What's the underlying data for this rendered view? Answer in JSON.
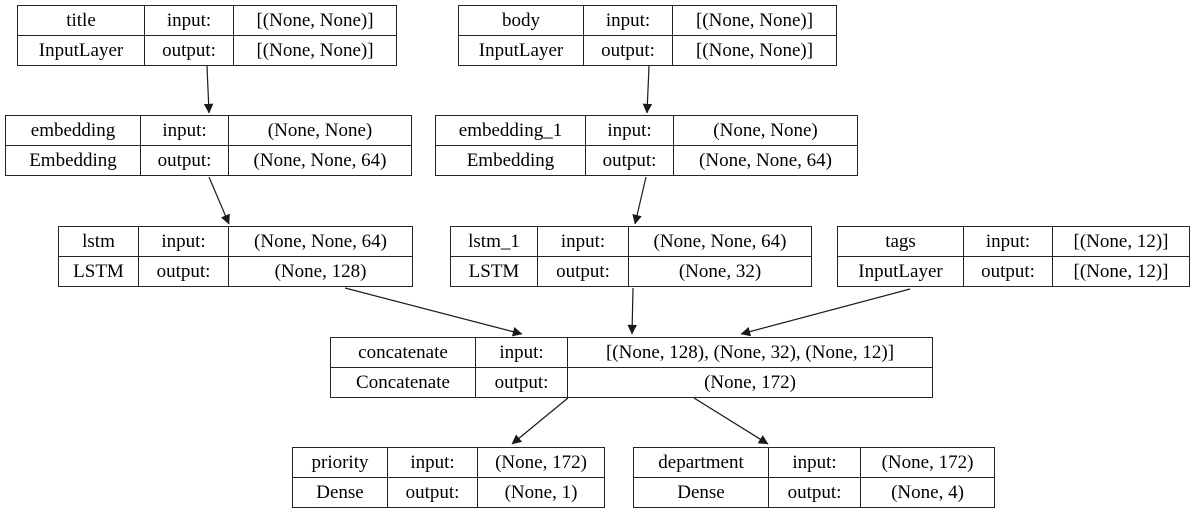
{
  "diagram": {
    "kind": "keras-model-architecture-graph",
    "background_color": "#ffffff",
    "node_border_color": "#242424",
    "edge_color": "#1a1a1a",
    "input_label": "input:",
    "output_label": "output:",
    "nodes": [
      {
        "id": "title",
        "name": "title",
        "class_name": "InputLayer",
        "input_label": "input:",
        "output_label": "output:",
        "input_shape": "[(None, None)]",
        "output_shape": "[(None, None)]"
      },
      {
        "id": "body",
        "name": "body",
        "class_name": "InputLayer",
        "input_label": "input:",
        "output_label": "output:",
        "input_shape": "[(None, None)]",
        "output_shape": "[(None, None)]"
      },
      {
        "id": "embedding",
        "name": "embedding",
        "class_name": "Embedding",
        "input_label": "input:",
        "output_label": "output:",
        "input_shape": "(None, None)",
        "output_shape": "(None, None, 64)"
      },
      {
        "id": "embedding_1",
        "name": "embedding_1",
        "class_name": "Embedding",
        "input_label": "input:",
        "output_label": "output:",
        "input_shape": "(None, None)",
        "output_shape": "(None, None, 64)"
      },
      {
        "id": "lstm",
        "name": "lstm",
        "class_name": "LSTM",
        "input_label": "input:",
        "output_label": "output:",
        "input_shape": "(None, None, 64)",
        "output_shape": "(None, 128)"
      },
      {
        "id": "lstm_1",
        "name": "lstm_1",
        "class_name": "LSTM",
        "input_label": "input:",
        "output_label": "output:",
        "input_shape": "(None, None, 64)",
        "output_shape": "(None, 32)"
      },
      {
        "id": "tags",
        "name": "tags",
        "class_name": "InputLayer",
        "input_label": "input:",
        "output_label": "output:",
        "input_shape": "[(None, 12)]",
        "output_shape": "[(None, 12)]"
      },
      {
        "id": "concatenate",
        "name": "concatenate",
        "class_name": "Concatenate",
        "input_label": "input:",
        "output_label": "output:",
        "input_shape": "[(None, 128), (None, 32), (None, 12)]",
        "output_shape": "(None, 172)"
      },
      {
        "id": "priority",
        "name": "priority",
        "class_name": "Dense",
        "input_label": "input:",
        "output_label": "output:",
        "input_shape": "(None, 172)",
        "output_shape": "(None, 1)"
      },
      {
        "id": "department",
        "name": "department",
        "class_name": "Dense",
        "input_label": "input:",
        "output_label": "output:",
        "input_shape": "(None, 172)",
        "output_shape": "(None, 4)"
      }
    ],
    "edges": [
      {
        "from": "title",
        "to": "embedding"
      },
      {
        "from": "body",
        "to": "embedding_1"
      },
      {
        "from": "embedding",
        "to": "lstm"
      },
      {
        "from": "embedding_1",
        "to": "lstm_1"
      },
      {
        "from": "lstm",
        "to": "concatenate"
      },
      {
        "from": "lstm_1",
        "to": "concatenate"
      },
      {
        "from": "tags",
        "to": "concatenate"
      },
      {
        "from": "concatenate",
        "to": "priority"
      },
      {
        "from": "concatenate",
        "to": "department"
      }
    ]
  }
}
